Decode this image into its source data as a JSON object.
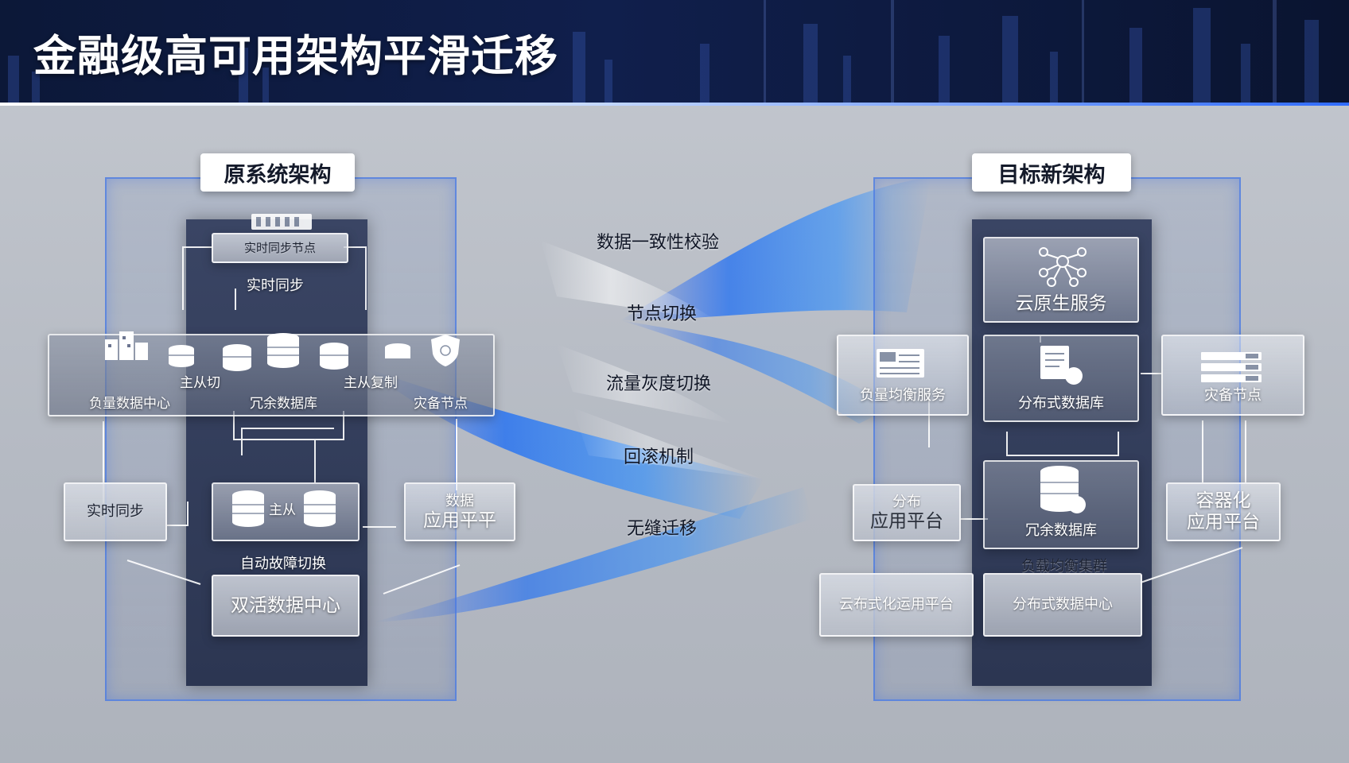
{
  "title": "金融级高可用架构平滑迁移",
  "colors": {
    "header_bg": "#0c1838",
    "accent_blue": "#2f6bff",
    "frame_border": "#4678e6",
    "column_bg": "#2c3652",
    "tag_bg": "#ffffff"
  },
  "left": {
    "tag": "原系统架构",
    "top_node": "实时同步节点",
    "sync_label": "实时同步",
    "row_labels": {
      "dc": "负量数据中心",
      "master_slave_a": "主从切",
      "redundant_db": "冗余数据库",
      "master_slave_copy": "主从复制",
      "dr_node": "灾备节点"
    },
    "realtime_sync": "实时同步",
    "master_slave": "主从",
    "app_layer": [
      "数据",
      "应用平平"
    ],
    "failover": "自动故障切换",
    "active_dc": "双活数据中心"
  },
  "middle": {
    "steps": [
      "数据一致性校验",
      "节点切换",
      "流量灰度切换",
      "回滚机制",
      "无缝迁移"
    ]
  },
  "right": {
    "tag": "目标新架构",
    "cloud_native": "云原生服务",
    "lb_service": "负量均衡服务",
    "distributed_db": "分布式数据库",
    "dr_node": "灾备节点",
    "app_platform": [
      "分布",
      "应用平台"
    ],
    "redundant_db": "冗余数据库",
    "container": [
      "容器化",
      "应用平台"
    ],
    "db_label": "负载均衡集群",
    "bottom_left": "云布式化运用平台",
    "bottom_right": "分布式数据中心"
  }
}
